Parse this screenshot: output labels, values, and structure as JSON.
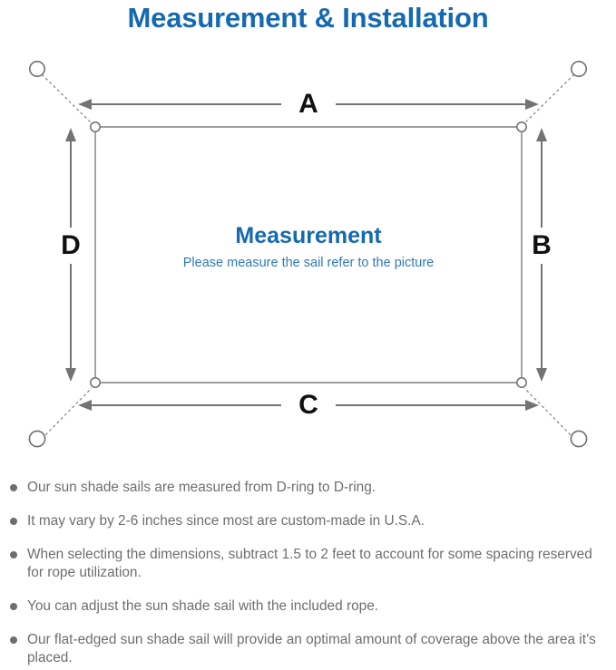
{
  "page": {
    "title": "Measurement & Installation",
    "background_color": "#ffffff"
  },
  "colors": {
    "brand_blue": "#1569b0",
    "subtitle_blue": "#2e7ab8",
    "line_gray": "#7d7d7d",
    "arrow_gray": "#737373",
    "text_gray": "#6e6e6e",
    "label_black": "#111111"
  },
  "diagram": {
    "name": "sun-shade-sail-measurement-diagram",
    "center_heading": "Measurement",
    "center_subtitle": "Please measure the sail refer to the picture",
    "dimension_labels": {
      "top": "A",
      "right": "B",
      "bottom": "C",
      "left": "D"
    },
    "corner_hardware": {
      "dring_count": 4,
      "anchor_ring_count": 4,
      "rope_style": "dashed"
    }
  },
  "notes": [
    {
      "text": "Our sun shade sails are measured from D-ring to D-ring."
    },
    {
      "text": "It may vary by 2-6 inches since most are custom-made in U.S.A."
    },
    {
      "text": "When selecting the dimensions, subtract 1.5 to 2 feet to account for some spacing reserved for rope utilization."
    },
    {
      "text": "You can adjust the sun shade sail with the included rope."
    },
    {
      "text": "Our flat-edged sun shade sail will provide an optimal amount of coverage above the area it’s placed."
    }
  ]
}
